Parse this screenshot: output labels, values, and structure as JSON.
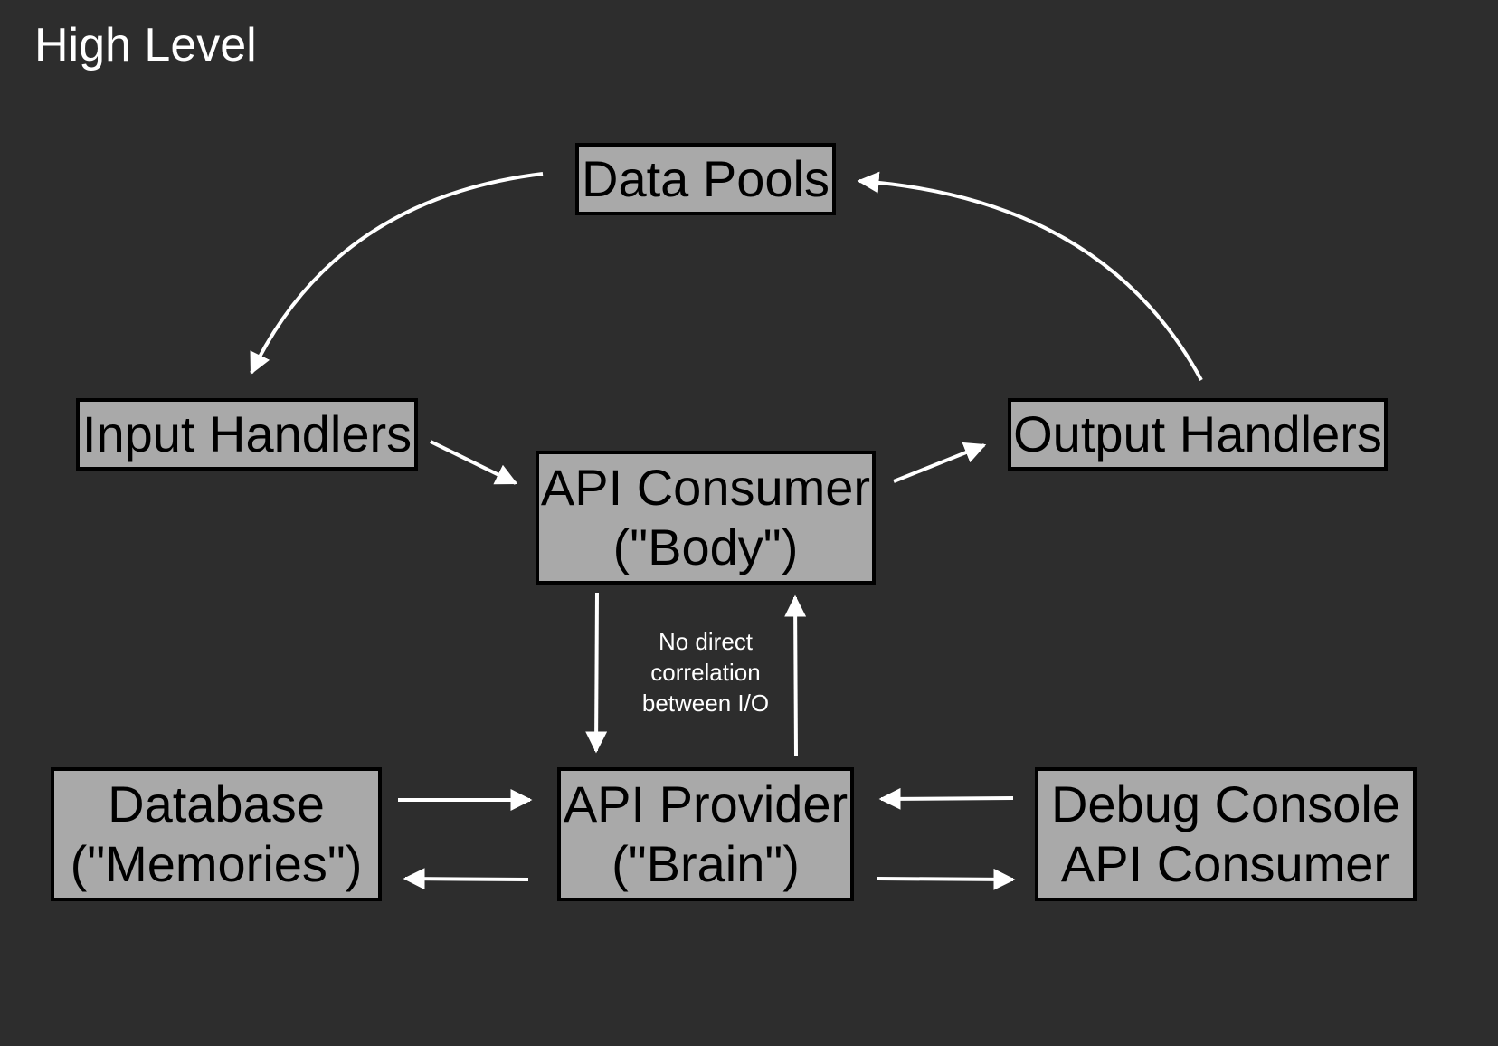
{
  "title": "High Level",
  "nodes": {
    "data_pools": {
      "label": "Data Pools"
    },
    "input_handlers": {
      "label": "Input Handlers"
    },
    "output_handlers": {
      "label": "Output Handlers"
    },
    "api_consumer": {
      "line1": "API Consumer",
      "line2": "(\"Body\")"
    },
    "database": {
      "line1": "Database",
      "line2": "(\"Memories\")"
    },
    "api_provider": {
      "line1": "API Provider",
      "line2": "(\"Brain\")"
    },
    "debug_console": {
      "line1": "Debug Console",
      "line2": "API Consumer"
    }
  },
  "note": {
    "line1": "No direct",
    "line2": "correlation",
    "line3": "between I/O"
  },
  "colors": {
    "background": "#2d2d2d",
    "node_fill": "#a9a9a9",
    "node_border": "#000000",
    "edge": "#ffffff",
    "text_light": "#ffffff"
  }
}
